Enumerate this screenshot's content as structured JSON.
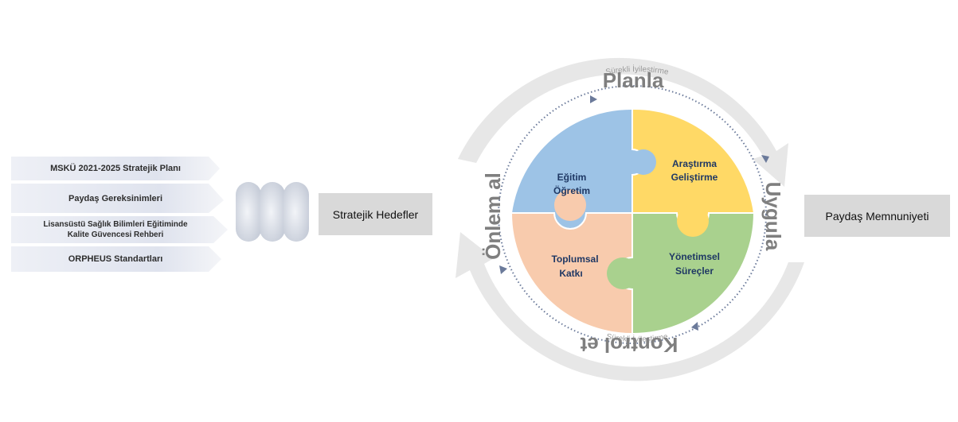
{
  "inputs": {
    "items": [
      {
        "label": "MSKÜ 2021-2025 Stratejik Planı"
      },
      {
        "label": "Paydaş Gereksinimleri"
      },
      {
        "line1": "Lisansüstü Sağlık Bilimleri Eğitiminde",
        "line2": "Kalite Güvencesi Rehberi"
      },
      {
        "label": "ORPHEUS Standartları"
      }
    ]
  },
  "strategic_goals": {
    "label": "Stratejik Hedefler"
  },
  "stakeholder_satisfaction": {
    "label": "Paydaş Memnuniyeti"
  },
  "cycle": {
    "continuous_improvement_top": "Sürekli İyileştirme",
    "continuous_improvement_bottom": "Sürekli İyileştirme",
    "plan": "Planla",
    "do": "Uygula",
    "check": "Kontrol et",
    "act": "Önlem al"
  },
  "puzzle": {
    "education": {
      "line1": "Eğitim",
      "line2": "Öğretim"
    },
    "research": {
      "line1": "Araştırma",
      "line2": "Geliştirme"
    },
    "society": {
      "line1": "Toplumsal",
      "line2": "Katkı"
    },
    "management": {
      "line1": "Yönetimsel",
      "line2": "Süreçler"
    }
  },
  "colors": {
    "education": "#9dc3e6",
    "research": "#ffd966",
    "society": "#f8cbad",
    "management": "#a9d18e",
    "box_grey": "#d9d9d9",
    "arrow_grey": "#e7e7e7"
  }
}
